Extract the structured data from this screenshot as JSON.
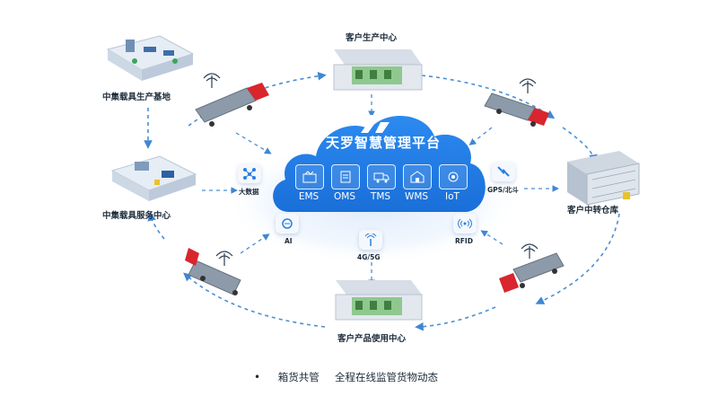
{
  "diagram": {
    "platform_title": "天罗智慧管理平台",
    "modules": [
      "EMS",
      "OMS",
      "TMS",
      "WMS",
      "IoT"
    ],
    "nodes": {
      "top": "客户生产中心",
      "top_left": "中集载具生产基地",
      "mid_left": "中集载具服务中心",
      "right": "客户中转仓库",
      "bottom": "客户产品使用中心"
    },
    "tech": {
      "bigdata": "大数据",
      "ai": "AI",
      "network": "4G/5G",
      "rfid": "RFID",
      "gps": "GPS/北斗"
    }
  },
  "footer": {
    "bullet": "•",
    "part1": "箱货共管",
    "part2": "全程在线监管货物动态"
  },
  "colors": {
    "cloud": "#1c7ae6",
    "ring": "#4a8fd6",
    "truck_cab": "#d9252e"
  }
}
